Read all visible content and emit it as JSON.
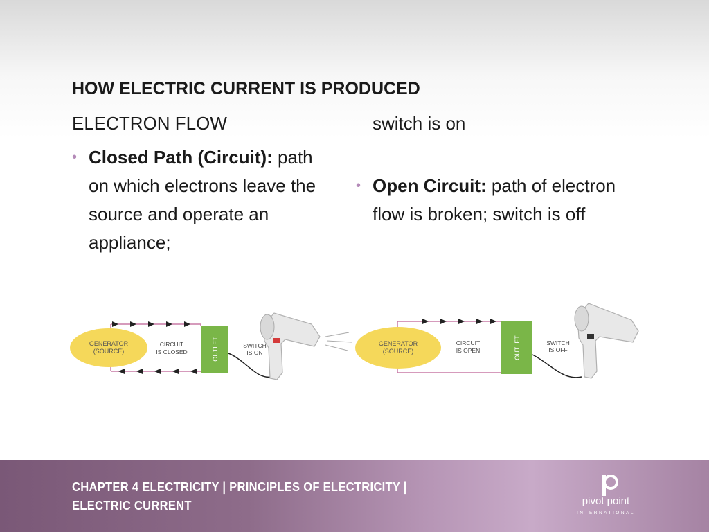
{
  "slide": {
    "title": "HOW ELECTRIC CURRENT IS PRODUCED",
    "subheading": "ELECTRON FLOW",
    "left_bullet": {
      "bold": "Closed Path (Circuit):",
      "text": "path on which electrons leave the source and operate an appliance;"
    },
    "right_continuation": "switch is on",
    "right_bullet": {
      "bold": "Open Circuit:",
      "text": "path of electron flow is broken; switch is off"
    }
  },
  "diagrams": {
    "closed": {
      "generator_line1": "GENERATOR",
      "generator_line2": "(SOURCE)",
      "circuit_line1": "CIRCUIT",
      "circuit_line2": "IS CLOSED",
      "outlet": "OUTLET",
      "switch_line1": "SWITCH",
      "switch_line2": "IS ON"
    },
    "open": {
      "generator_line1": "GENERATOR",
      "generator_line2": "(SOURCE)",
      "circuit_line1": "CIRCUIT",
      "circuit_line2": "IS OPEN",
      "outlet": "OUTLET",
      "switch_line1": "SWITCH",
      "switch_line2": "IS OFF"
    },
    "colors": {
      "generator": "#f5d85a",
      "outlet": "#7ab648",
      "wire": "#c97aa6",
      "switch_on": "#d43a3a",
      "switch_off": "#333333"
    }
  },
  "footer": {
    "text_line1": "CHAPTER 4  ELECTRICITY  |  PRINCIPLES OF ELECTRICITY  |",
    "text_line2": "ELECTRIC CURRENT",
    "logo_name": "pivot point",
    "logo_sub": "INTERNATIONAL"
  }
}
